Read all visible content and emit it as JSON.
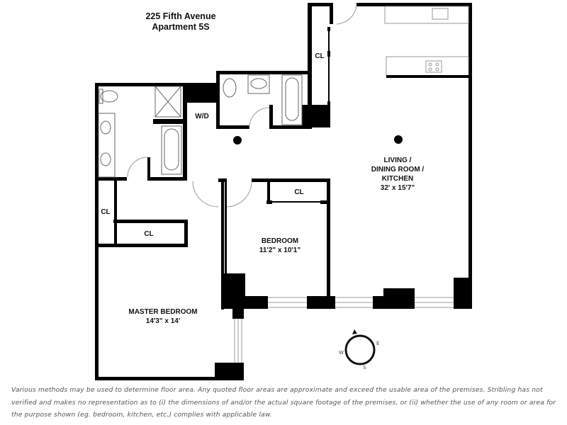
{
  "header": {
    "address": "225 Fifth Avenue",
    "unit": "Apartment 5S"
  },
  "rooms": {
    "living": {
      "name_line1": "LIVING /",
      "name_line2": "DINING ROOM /",
      "name_line3": "KITCHEN",
      "dimensions": "32' x 15'7\""
    },
    "bedroom": {
      "name": "BEDROOM",
      "dimensions": "11'2\" x 10'1\""
    },
    "master_bedroom": {
      "name": "MASTER BEDROOM",
      "dimensions": "14'3\" x 14'"
    },
    "laundry": {
      "name": "W/D"
    },
    "closets": [
      {
        "id": "cl-entry",
        "label": "CL"
      },
      {
        "id": "cl-bedroom",
        "label": "CL"
      },
      {
        "id": "cl-master-left",
        "label": "CL"
      },
      {
        "id": "cl-master-walk",
        "label": "CL"
      }
    ]
  },
  "compass": {
    "e": "E",
    "w": "W",
    "s": "S"
  },
  "colors": {
    "wall": "#000000",
    "fixture": "#555555",
    "window": "#999999",
    "disclaimer": "#555555"
  },
  "disclaimer": "Various methods may be used to determine floor area. Any quoted floor areas are approximate and exceed the usable area of the premises. Stribling has not verified and makes no representation as to (i) the dimensions of and/or the actual square footage of the premises, or (ii) whether the use of any room or area for the purpose shown (eg. bedroom, kitchen, etc.) complies with applicable law."
}
